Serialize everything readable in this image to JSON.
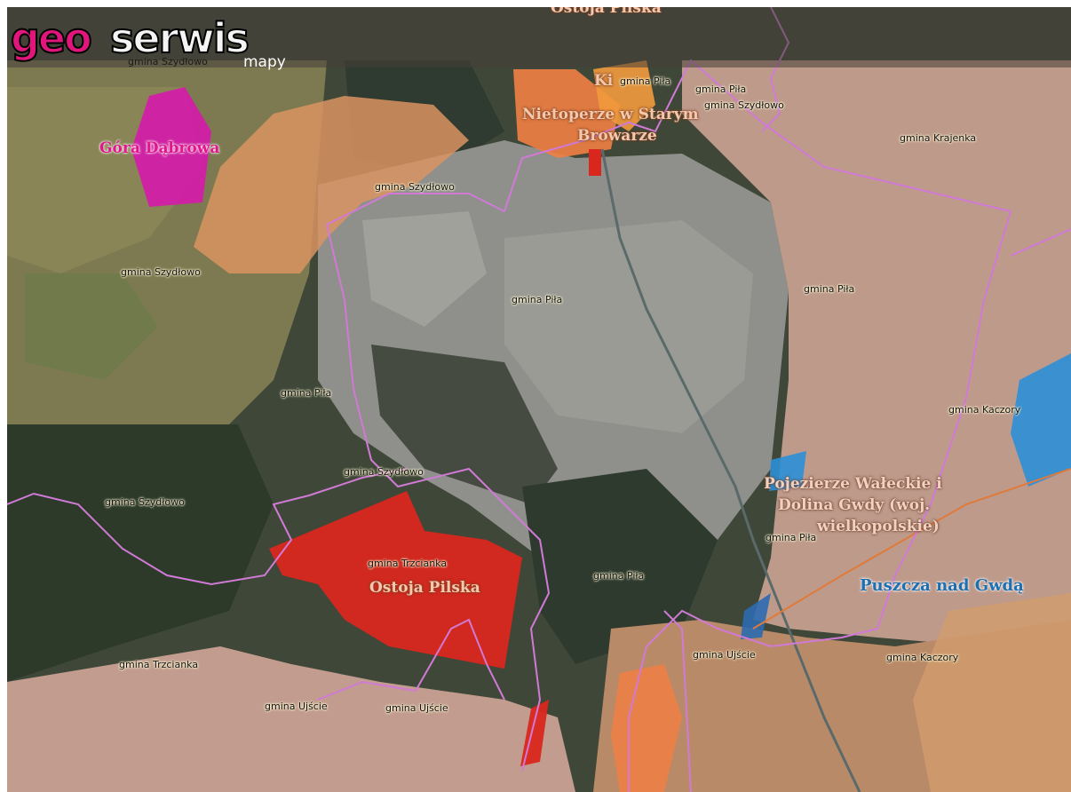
{
  "logo": {
    "brand_left": "geo",
    "brand_right": "serwis",
    "product": "mapy",
    "sub": "gmina Szydłowo"
  },
  "colors": {
    "natura_red": "#d9271e",
    "natura_orange": "#f08a45",
    "natura_pink": "#d21fa8",
    "natura_blue": "#2c8fd6",
    "protected_peach": "#d9a58c",
    "boundary": "#d07ad6"
  },
  "areas": {
    "top_cut": "Ostoja Pilska",
    "gora": "Góra Dąbrowa",
    "ki": "Ki",
    "nietoperze_1": "Nietoperze w Starym",
    "nietoperze_2": "Browarze",
    "ostoja": "Ostoja Pilska",
    "pojezierze_1": "Pojezierze Wałeckie i",
    "pojezierze_2": "Dolina Gwdy (woj.",
    "pojezierze_3": "wielkopolskie)",
    "puszcza": "Puszcza nad Gwdą"
  },
  "gminy": [
    {
      "id": "pila-top-1",
      "text": "gmina Piła"
    },
    {
      "id": "pila-top-2",
      "text": "gmina Piła"
    },
    {
      "id": "szyd-top",
      "text": "gmina Szydłowo"
    },
    {
      "id": "krajenka",
      "text": "gmina Krajenka"
    },
    {
      "id": "szyd-upper",
      "text": "gmina Szydłowo"
    },
    {
      "id": "szyd-left",
      "text": "gmina Szydłowo"
    },
    {
      "id": "pila-center",
      "text": "gmina Piła"
    },
    {
      "id": "pila-east",
      "text": "gmina Piła"
    },
    {
      "id": "pila-west",
      "text": "gmina Piła"
    },
    {
      "id": "kaczory-east",
      "text": "gmina Kaczory"
    },
    {
      "id": "szyd-mid",
      "text": "gmina Szydłowo"
    },
    {
      "id": "szyd-left2",
      "text": "gmina Szydłowo"
    },
    {
      "id": "pila-river",
      "text": "gmina Piła"
    },
    {
      "id": "trzcianka-mid",
      "text": "gmina Trzcianka"
    },
    {
      "id": "pila-south",
      "text": "gmina Piła"
    },
    {
      "id": "ujscie-east",
      "text": "gmina Ujście"
    },
    {
      "id": "kaczory-south",
      "text": "gmina Kaczory"
    },
    {
      "id": "trzcianka-west",
      "text": "gmina Trzcianka"
    },
    {
      "id": "ujscie-sw1",
      "text": "gmina Ujście"
    },
    {
      "id": "ujscie-sw2",
      "text": "gmina Ujście"
    }
  ]
}
